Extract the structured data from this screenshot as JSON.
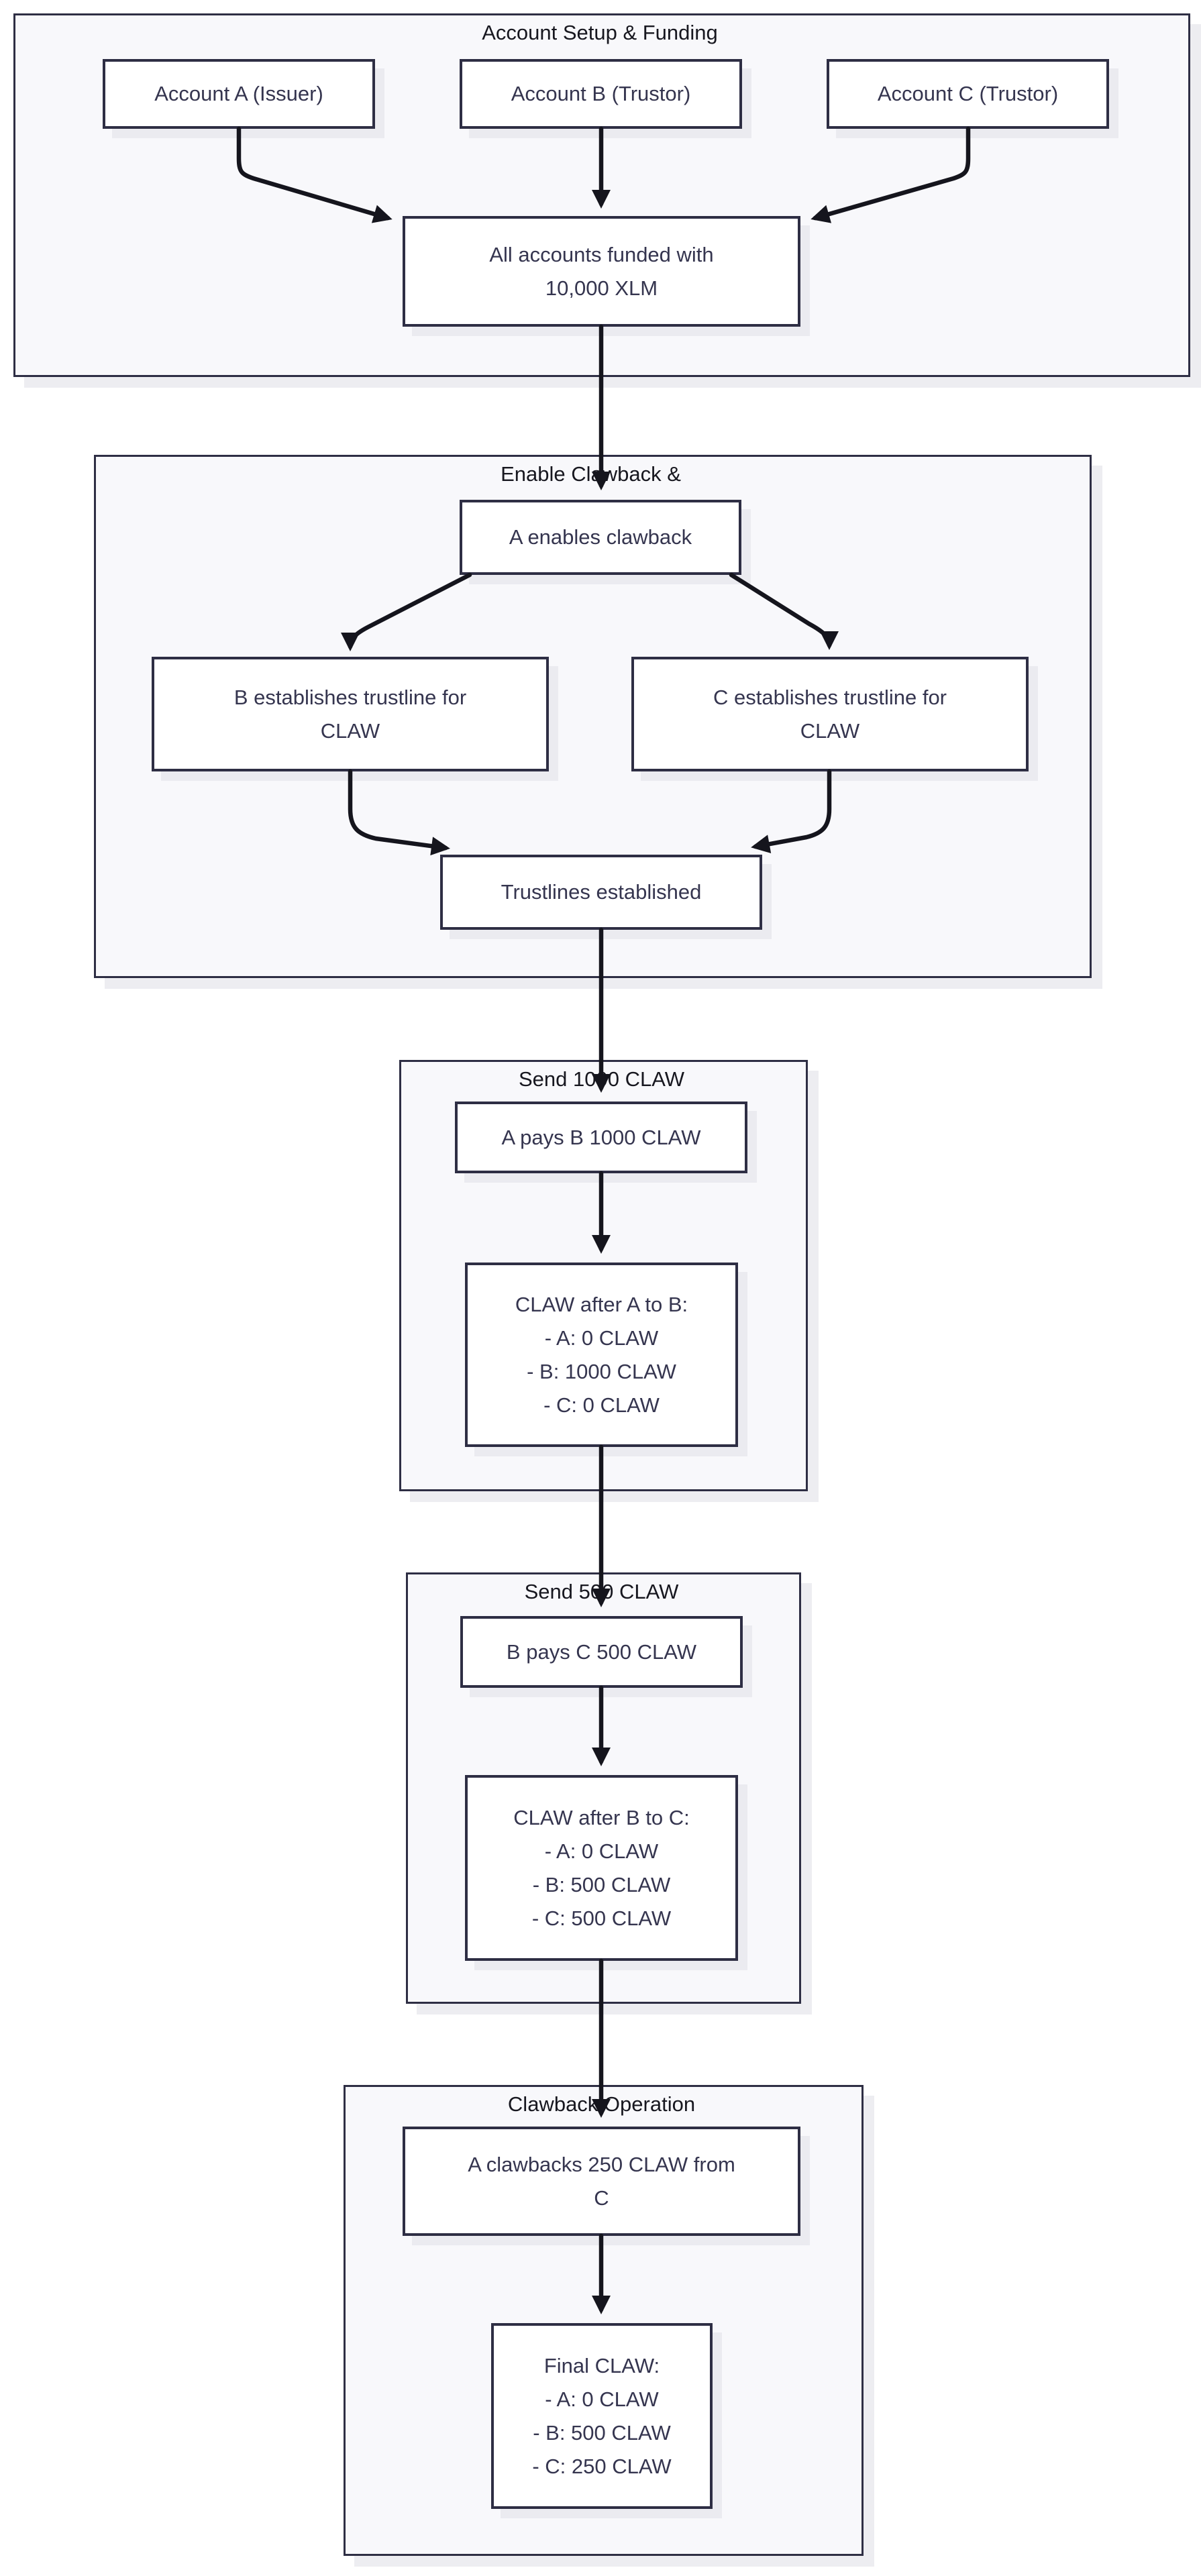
{
  "diagram": {
    "kind": "flowchart",
    "colors": {
      "background": "#ffffff",
      "node_fill": "#ffffff",
      "node_border": "#2e2e44",
      "cluster_fill": "#f8f8fb",
      "cluster_border": "#2e2e44",
      "edge": "#15151d",
      "node_text": "#35354f",
      "title_text": "#17171f",
      "shadow": "#ebebf0"
    },
    "clusters": [
      {
        "title": "Account Setup & Funding"
      },
      {
        "title": "Enable Clawback &"
      },
      {
        "title": "Send 1000 CLAW"
      },
      {
        "title": "Send 500 CLAW"
      },
      {
        "title": "Clawback Operation"
      }
    ],
    "nodes": {
      "account_a": {
        "lines": [
          "Account A (Issuer)"
        ]
      },
      "account_b": {
        "lines": [
          "Account B (Trustor)"
        ]
      },
      "account_c": {
        "lines": [
          "Account C (Trustor)"
        ]
      },
      "funded": {
        "lines": [
          "All accounts funded with",
          "10,000 XLM"
        ]
      },
      "enables": {
        "lines": [
          "A enables clawback"
        ]
      },
      "b_trustline": {
        "lines": [
          "B establishes trustline for",
          "CLAW"
        ]
      },
      "c_trustline": {
        "lines": [
          "C establishes trustline for",
          "CLAW"
        ]
      },
      "trustlines_established": {
        "lines": [
          "Trustlines established"
        ]
      },
      "pay_ab": {
        "lines": [
          "A pays B 1000 CLAW"
        ]
      },
      "state_ab": {
        "lines": [
          "CLAW after A to B:",
          "- A: 0 CLAW",
          "- B: 1000 CLAW",
          "- C: 0 CLAW"
        ]
      },
      "pay_bc": {
        "lines": [
          "B pays C 500 CLAW"
        ]
      },
      "state_bc": {
        "lines": [
          "CLAW after B to C:",
          "- A: 0 CLAW",
          "- B: 500 CLAW",
          "- C: 500 CLAW"
        ]
      },
      "clawback_op": {
        "lines": [
          "A clawbacks 250 CLAW from",
          "C"
        ]
      },
      "final_state": {
        "lines": [
          "Final CLAW:",
          "- A: 0 CLAW",
          "- B: 500 CLAW",
          "- C: 250 CLAW"
        ]
      }
    }
  }
}
